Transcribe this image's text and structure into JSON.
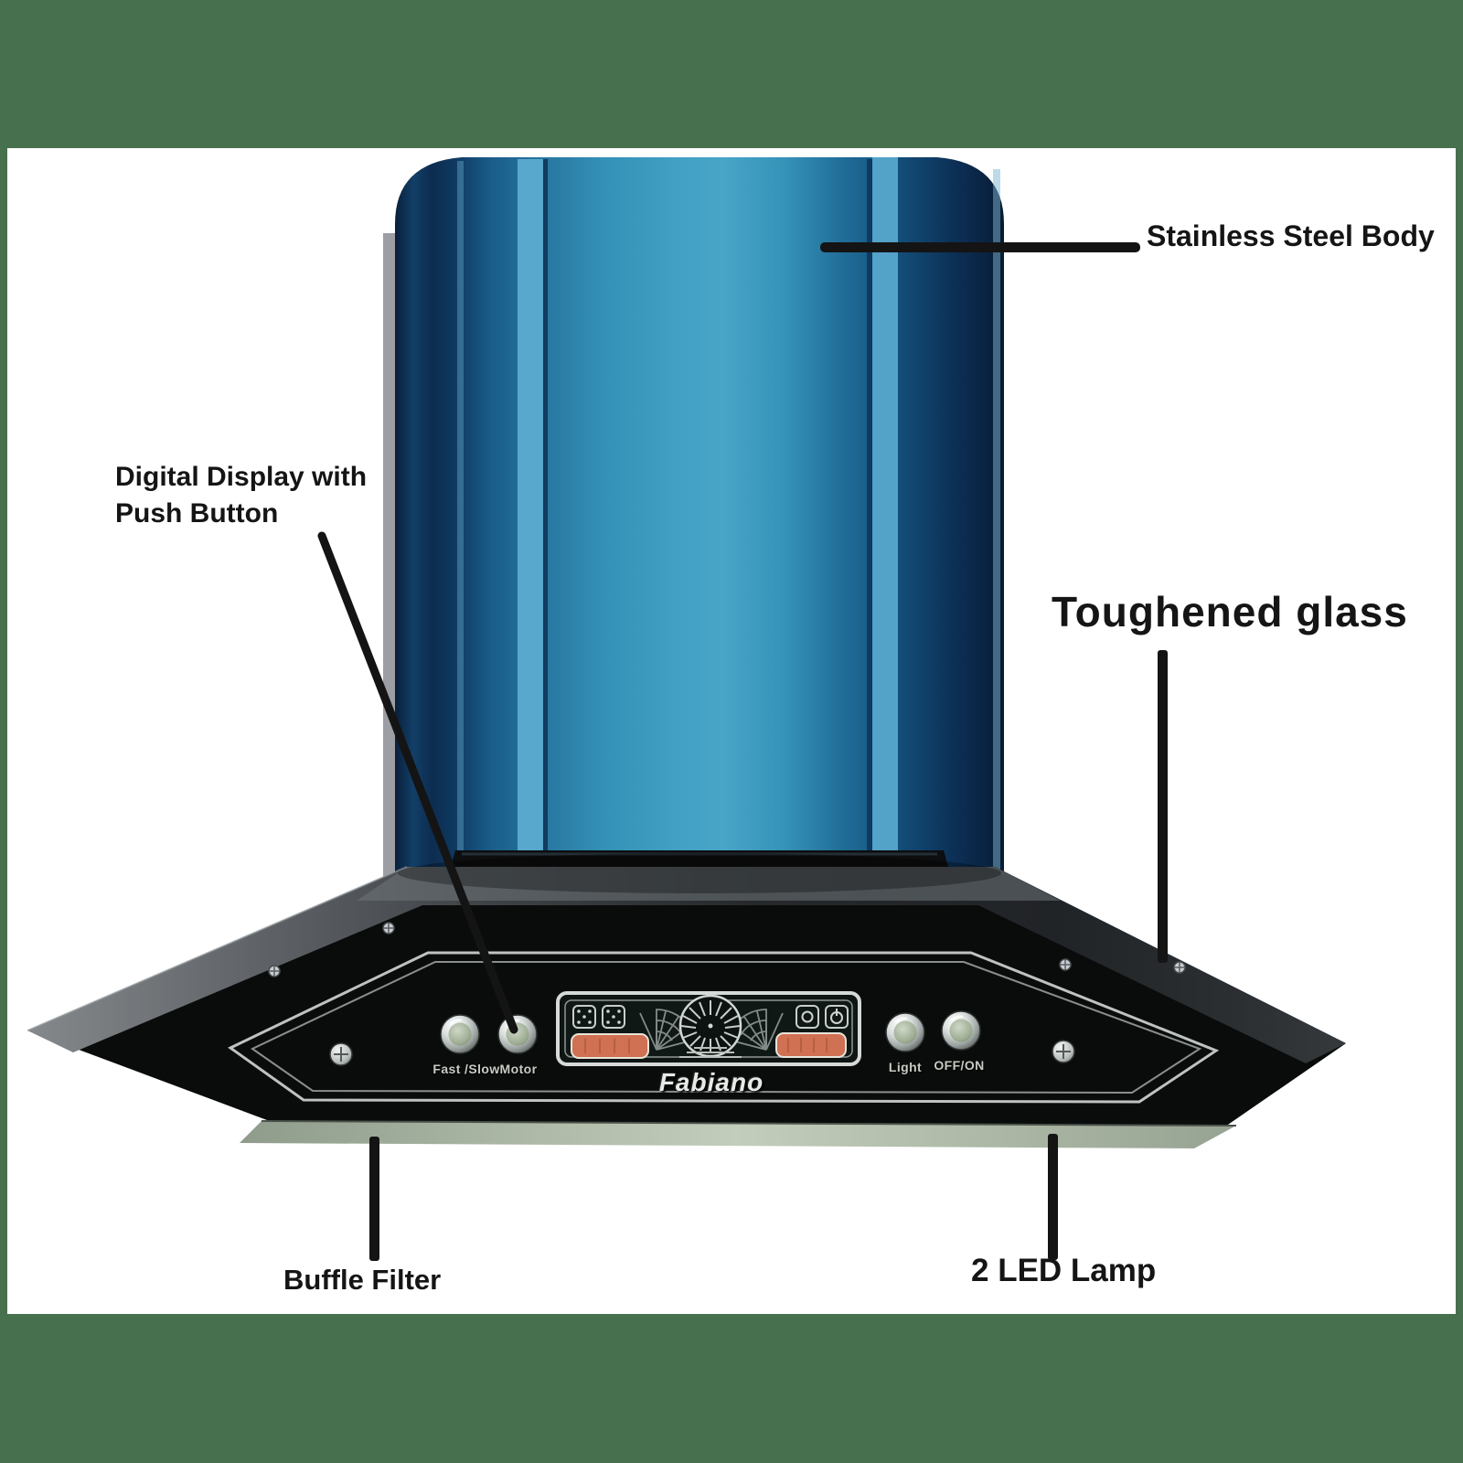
{
  "scene": {
    "border_color": "#47714e",
    "photo_background": "#ffffff"
  },
  "annotations": {
    "stainless_steel_body": "Stainless Steel Body",
    "digital_display_line1": "Digital Display with",
    "digital_display_line2": "Push Button",
    "toughened_glass": "Toughened glass",
    "buffle_filter": "Buffle Filter",
    "led_lamp": "2 LED Lamp"
  },
  "control_panel": {
    "brand": "Fabiano",
    "buttons": [
      {
        "id": "fast-slow",
        "label": "Fast /Slow"
      },
      {
        "id": "motor",
        "label": "Motor"
      },
      {
        "id": "light",
        "label": "Light"
      },
      {
        "id": "off-on",
        "label": "OFF/ON"
      }
    ]
  },
  "product": {
    "part_colors": {
      "duct_blue": "#3a96bd",
      "duct_film_stripe": "#5fb0d6",
      "toughened_glass": "#232629",
      "led_display_orange": "#cf7152",
      "chrome_trim": "#d2d7d5",
      "underside_sage": "#b7c1ae",
      "annotation_text": "#151515"
    }
  }
}
